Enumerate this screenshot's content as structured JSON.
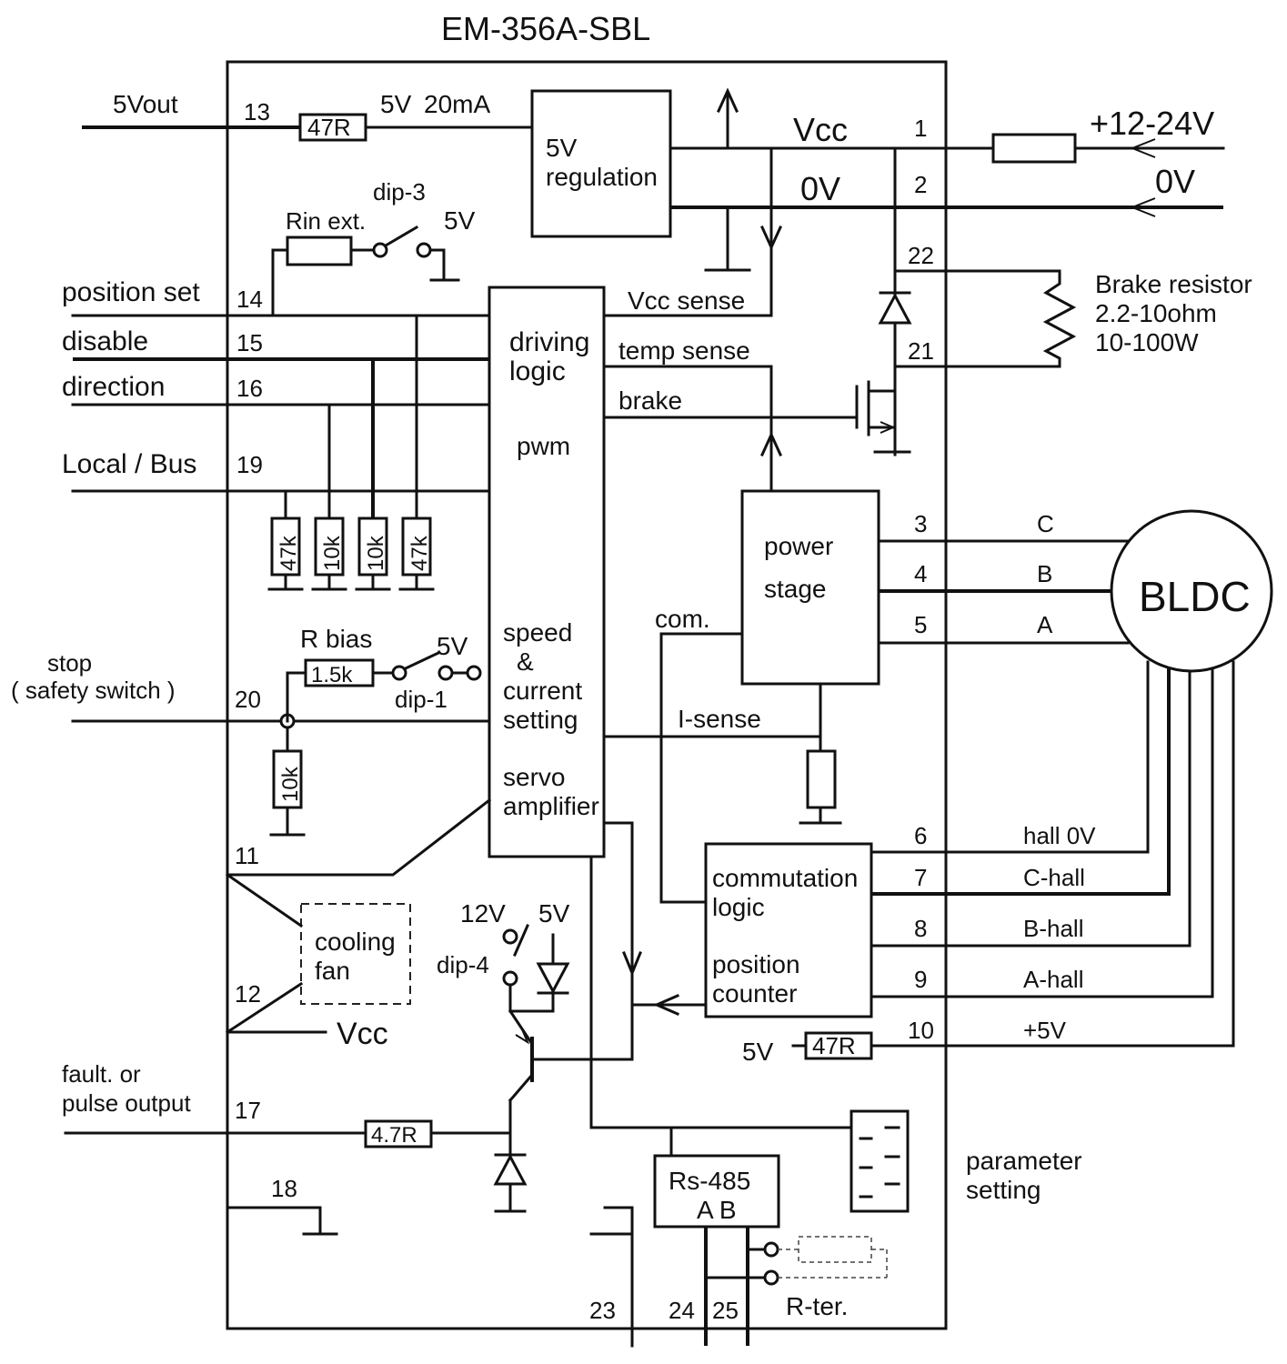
{
  "title": "EM-356A-SBL",
  "left_signals": {
    "out_5v": "5Vout",
    "position_set": "position set",
    "disable": "disable",
    "direction": "direction",
    "local_bus": "Local / Bus",
    "stop_line1": "stop",
    "stop_line2": "( safety switch )",
    "fault_line1": "fault. or",
    "fault_line2": "pulse output"
  },
  "pins": {
    "p1": "1",
    "p2": "2",
    "p3": "3",
    "p4": "4",
    "p5": "5",
    "p6": "6",
    "p7": "7",
    "p8": "8",
    "p9": "9",
    "p10": "10",
    "p11": "11",
    "p12": "12",
    "p13": "13",
    "p14": "14",
    "p15": "15",
    "p16": "16",
    "p17": "17",
    "p18": "18",
    "p19": "19",
    "p20": "20",
    "p21": "21",
    "p22": "22",
    "p23": "23",
    "p24": "24",
    "p25": "25"
  },
  "resistors": {
    "r47_top": "47R",
    "r47_bottom": "47R",
    "r_pull1": "47k",
    "r_pull2": "10k",
    "r_pull3": "10k",
    "r_pull4": "47k",
    "r_bias_value": "1.5k",
    "r_stop": "10k",
    "r_fault": "4.7R"
  },
  "labels": {
    "five_v_20ma_a": "5V",
    "five_v_20ma_b": "20mA",
    "rin_ext": "Rin ext.",
    "dip3": "dip-3",
    "dip3_5v": "5V",
    "r_bias": "R bias",
    "dip1_5v": "5V",
    "dip1": "dip-1",
    "vcc": "Vcc",
    "zero_v": "0V",
    "supply_plus": "+12-24V",
    "supply_0v": "0V",
    "vcc_sense": "Vcc sense",
    "temp_sense": "temp sense",
    "brake": "brake",
    "brake_resistor_l1": "Brake resistor",
    "brake_resistor_l2": "2.2-10ohm",
    "brake_resistor_l3": "10-100W",
    "com": "com.",
    "i_sense": "I-sense",
    "dip4_12v": "12V",
    "dip4_5v": "5V",
    "dip4": "dip-4",
    "fan_vcc": "Vcc",
    "hall_5v": "5V",
    "parameter_l1": "parameter",
    "parameter_l2": "setting",
    "r_ter": "R-ter."
  },
  "blocks": {
    "regulation_l1": "5V",
    "regulation_l2": "regulation",
    "driving_l1": "driving",
    "driving_l2": "logic",
    "pwm": "pwm",
    "speed_l1": "speed",
    "speed_l2": "&",
    "speed_l3": "current",
    "speed_l4": "setting",
    "servo_l1": "servo",
    "servo_l2": "amplifier",
    "power_l1": "power",
    "power_l2": "stage",
    "commutation_l1": "commutation",
    "commutation_l2": "logic",
    "position_l1": "position",
    "position_l2": "counter",
    "rs485": "Rs-485",
    "rs485_ab": "A  B",
    "fan_l1": "cooling",
    "fan_l2": "fan"
  },
  "motor": {
    "name": "BLDC",
    "phase_c": "C",
    "phase_b": "B",
    "phase_a": "A",
    "hall_0v": "hall 0V",
    "c_hall": "C-hall",
    "b_hall": "B-hall",
    "a_hall": "A-hall",
    "plus_5v": "+5V"
  }
}
